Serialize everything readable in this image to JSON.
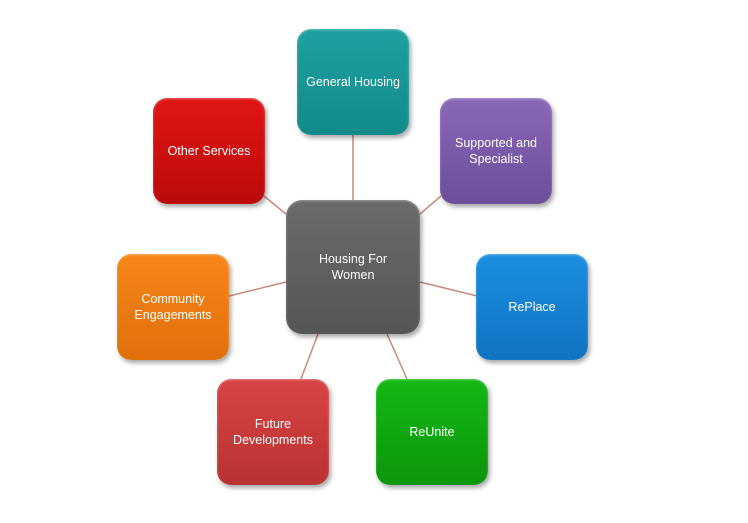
{
  "diagram": {
    "center": {
      "label": "Housing For\nWomen",
      "color": "#5f5f5f"
    },
    "nodes": [
      {
        "id": "general",
        "label": "General Housing",
        "color": "#1a9696"
      },
      {
        "id": "supported",
        "label": "Supported and\nSpecialist",
        "color": "#7b5ba9"
      },
      {
        "id": "replace",
        "label": "RePlace",
        "color": "#1581d1"
      },
      {
        "id": "reunite",
        "label": "ReUnite",
        "color": "#10a710"
      },
      {
        "id": "future",
        "label": "Future\nDevelopments",
        "color": "#c93b3b"
      },
      {
        "id": "community",
        "label": "Community\nEngagements",
        "color": "#ec7a12"
      },
      {
        "id": "other",
        "label": "Other Services",
        "color": "#cd1010"
      }
    ],
    "connector_color": "#c98a7a"
  }
}
